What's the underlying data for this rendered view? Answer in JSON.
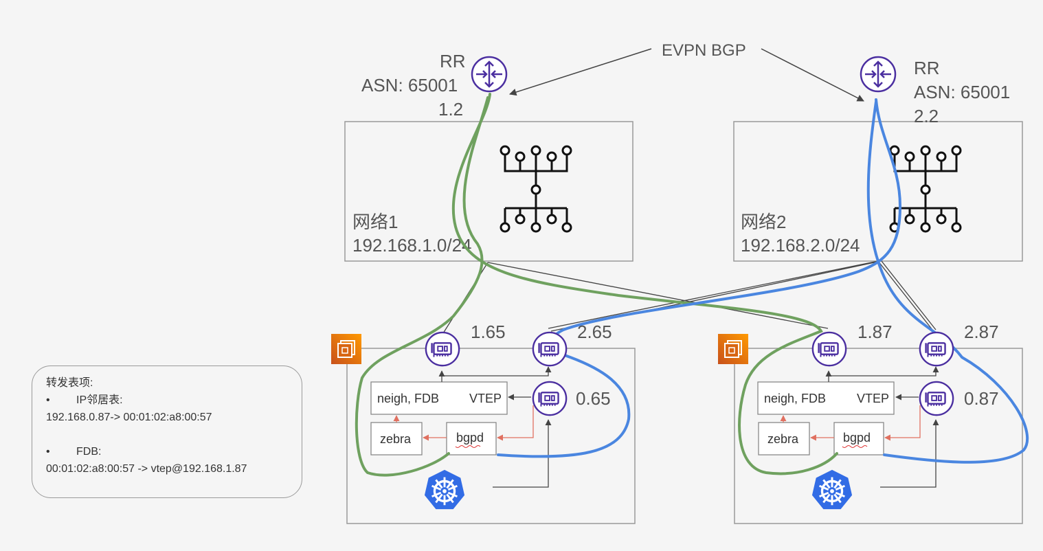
{
  "evpn_label": "EVPN BGP",
  "rr1": {
    "role": "RR",
    "asn": "ASN: 65001",
    "addr": "1.2",
    "icon": "router-icon"
  },
  "rr2": {
    "role": "RR",
    "asn": "ASN: 65001",
    "addr": "2.2",
    "icon": "router-icon"
  },
  "net1": {
    "name": "网络1",
    "cidr": "192.168.1.0/24",
    "icon": "network-tree-icon"
  },
  "net2": {
    "name": "网络2",
    "cidr": "192.168.2.0/24",
    "icon": "network-tree-icon"
  },
  "node1": {
    "nic_a": "1.65",
    "nic_b": "2.65",
    "nic_c": "0.65",
    "neigh_fdb": "neigh, FDB",
    "vtep": "VTEP",
    "zebra": "zebra",
    "bgpd": "bgpd"
  },
  "node2": {
    "nic_a": "1.87",
    "nic_b": "2.87",
    "nic_c": "0.87",
    "neigh_fdb": "neigh, FDB",
    "vtep": "VTEP",
    "zebra": "zebra",
    "bgpd": "bgpd"
  },
  "info": {
    "title": "转发表项:",
    "bullet": "•",
    "ip_neigh_title": "IP邻居表:",
    "ip_neigh_entry": "192.168.0.87-> 00:01:02:a8:00:57",
    "fdb_title": "FDB:",
    "fdb_entry": "00:01:02:a8:00:57 -> vtep@192.168.1.87"
  },
  "colors": {
    "accent_purple": "#4b2fa0",
    "green_path": "#6fa15f",
    "blue_path": "#4a86e0",
    "red_arrow": "#e07060",
    "aws_orange": "#d45b07",
    "k8s_blue": "#326ce5"
  }
}
